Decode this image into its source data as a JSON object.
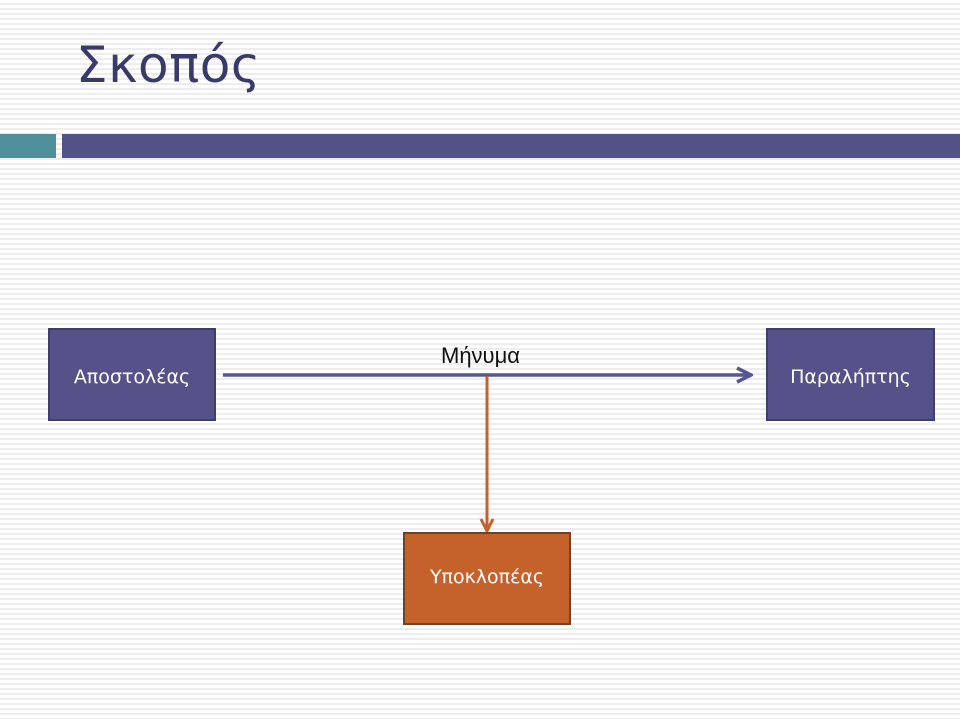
{
  "slide": {
    "title": "Σκοπός"
  },
  "diagram": {
    "nodes": {
      "sender": "Αποστολέας",
      "receiver": "Παραλήπτης",
      "interceptor": "Υποκλοπέας"
    },
    "edges": {
      "message_label": "Μήνυμα"
    }
  },
  "colors": {
    "title": "#3a3a6a",
    "accent_teal": "#4f8f9a",
    "accent_bar": "#535288",
    "node_fill": "#545288",
    "interceptor_fill": "#c5612b",
    "message_arrow": "#555693",
    "intercept_arrow": "#c5612b"
  }
}
